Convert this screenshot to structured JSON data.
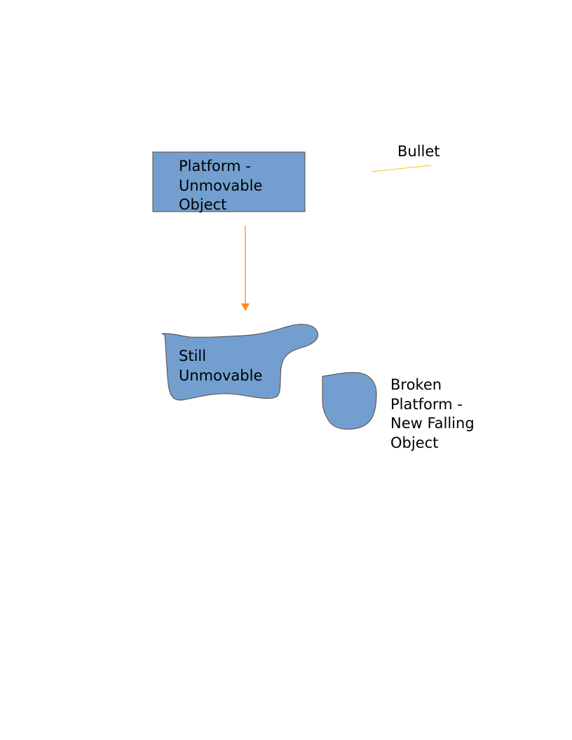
{
  "colors": {
    "shape_fill": "#729fcf",
    "shape_stroke": "#5a4a3a",
    "arrow": "#ff8c1a",
    "bullet_line": "#ffc020",
    "text": "#000000"
  },
  "platform": {
    "line1": "Platform -",
    "line2": "Unmovable",
    "line3": "Object"
  },
  "still_unmovable": {
    "line1": "Still",
    "line2": "Unmovable"
  },
  "broken_platform": {
    "line1": "Broken",
    "line2": "Platform -",
    "line3": "New Falling",
    "line4": "Object"
  },
  "bullet": {
    "label": "Bullet"
  }
}
